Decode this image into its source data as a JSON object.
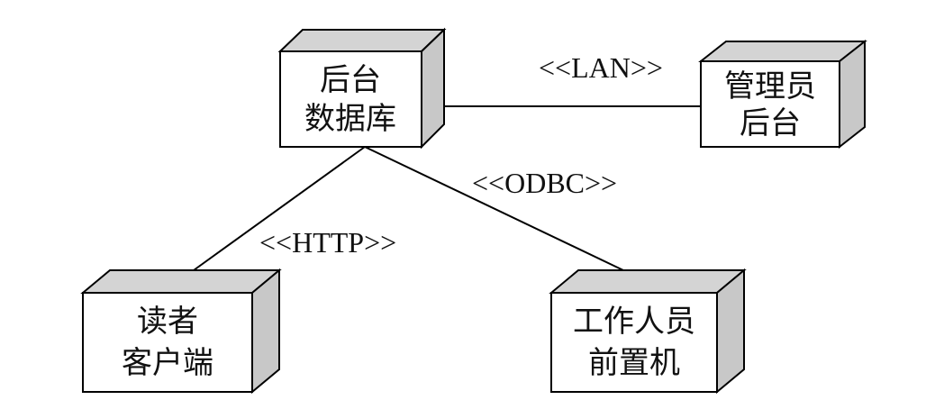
{
  "diagram": {
    "nodes": [
      {
        "id": "backend-db",
        "lines": [
          "后台",
          "数据库"
        ]
      },
      {
        "id": "admin-backend",
        "lines": [
          "管理员",
          "后台"
        ]
      },
      {
        "id": "reader-client",
        "lines": [
          "读者",
          "客户端"
        ]
      },
      {
        "id": "staff-frontend",
        "lines": [
          "工作人员",
          "前置机"
        ]
      }
    ],
    "edges": [
      {
        "from": "backend-db",
        "to": "admin-backend",
        "label": "<<LAN>>"
      },
      {
        "from": "backend-db",
        "to": "reader-client",
        "label": "<<HTTP>>"
      },
      {
        "from": "backend-db",
        "to": "staff-frontend",
        "label": "<<ODBC>>"
      }
    ],
    "colors": {
      "front": "#ffffff",
      "side": "#c8c8c8",
      "top": "#d4d4d4",
      "stroke": "#000000"
    }
  }
}
